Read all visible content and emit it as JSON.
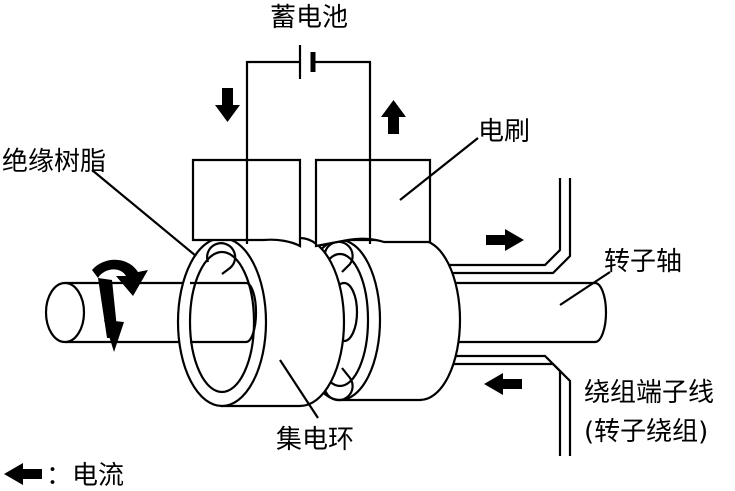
{
  "labels": {
    "battery": "蓄电池",
    "brush": "电刷",
    "insulation": "绝缘树脂",
    "rotor_shaft": "转子轴",
    "winding_leads": "绕组端子线",
    "rotor_winding": "(转子绕组)",
    "slip_ring": "集电环",
    "legend_current": "：电流"
  },
  "colors": {
    "stroke": "#000000",
    "fill": "#ffffff",
    "arrow": "#000000"
  }
}
